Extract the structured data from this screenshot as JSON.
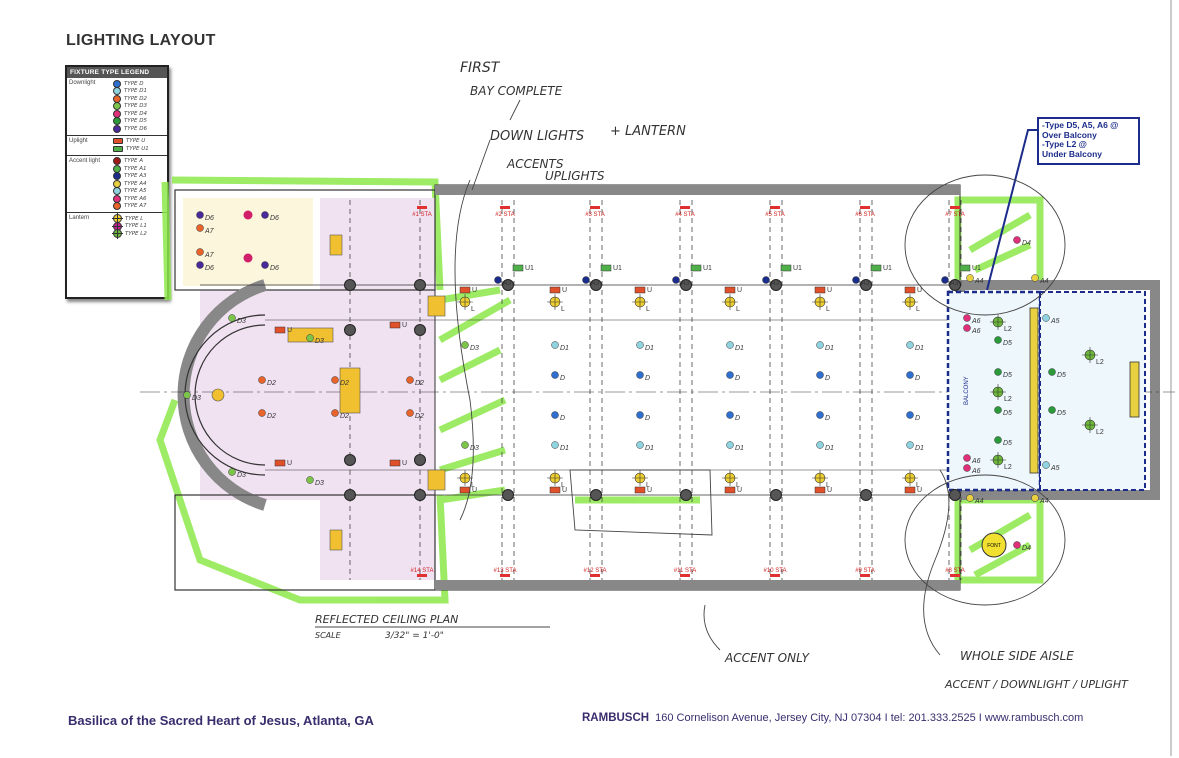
{
  "title": "LIGHTING LAYOUT",
  "legend": {
    "header": "FIXTURE TYPE LEGEND",
    "sections": [
      {
        "name": "Downlight",
        "items": [
          {
            "label": "TYPE D",
            "color": "#2f6fd0",
            "shape": "circle"
          },
          {
            "label": "TYPE D1",
            "color": "#8fd3e0",
            "shape": "circle"
          },
          {
            "label": "TYPE D2",
            "color": "#e8642a",
            "shape": "circle"
          },
          {
            "label": "TYPE D3",
            "color": "#7cc54a",
            "shape": "circle"
          },
          {
            "label": "TYPE D4",
            "color": "#e0307a",
            "shape": "circle"
          },
          {
            "label": "TYPE D5",
            "color": "#2a9a3a",
            "shape": "circle"
          },
          {
            "label": "TYPE D6",
            "color": "#4a2a9a",
            "shape": "circle"
          }
        ]
      },
      {
        "name": "Uplight",
        "items": [
          {
            "label": "TYPE U",
            "color": "#e0502a",
            "shape": "rect"
          },
          {
            "label": "TYPE U1",
            "color": "#4fb04a",
            "shape": "rect"
          }
        ]
      },
      {
        "name": "Accent light",
        "items": [
          {
            "label": "TYPE A",
            "color": "#a01818",
            "shape": "circle"
          },
          {
            "label": "TYPE A1",
            "color": "#4fb04a",
            "shape": "circle"
          },
          {
            "label": "TYPE A3",
            "color": "#1c2c8a",
            "shape": "circle"
          },
          {
            "label": "TYPE A4",
            "color": "#e8d040",
            "shape": "circle"
          },
          {
            "label": "TYPE A5",
            "color": "#8fd3e0",
            "shape": "circle"
          },
          {
            "label": "TYPE A6",
            "color": "#e0307a",
            "shape": "circle"
          },
          {
            "label": "TYPE A7",
            "color": "#e8642a",
            "shape": "circle"
          }
        ]
      },
      {
        "name": "Lantern",
        "items": [
          {
            "label": "TYPE L",
            "color": "#f0d030",
            "shape": "cross"
          },
          {
            "label": "TYPE L1",
            "color": "#c02090",
            "shape": "cross"
          },
          {
            "label": "TYPE L2",
            "color": "#6cb83a",
            "shape": "cross"
          }
        ]
      }
    ]
  },
  "callout": {
    "line1": "-Type D5, A5, A6 @",
    "line2": "Over Balcony",
    "line3": "-Type L2 @",
    "line4": "Under Balcony"
  },
  "notes": {
    "first_bay": [
      "FIRST",
      "BAY COMPLETE"
    ],
    "down_lights": "DOWN LIGHTS",
    "lantern": "+ LANTERN",
    "accents": "ACCENTS",
    "uplights": "UPLIGHTS",
    "accent_only": "ACCENT ONLY",
    "whole_side": "WHOLE SIDE AISLE",
    "side_types": "ACCENT / DOWNLIGHT / UPLIGHT",
    "plan_title": "REFLECTED CEILING PLAN",
    "scale_label": "SCALE",
    "scale_value": "3/32\" = 1'-0\""
  },
  "plan": {
    "stations_top": [
      "#1 STA",
      "#2 STA",
      "#3 STA",
      "#4 STA",
      "#5 STA",
      "#6 STA",
      "#7 STA"
    ],
    "stations_bottom": [
      "#14 STA",
      "#13 STA",
      "#12 STA",
      "#11 STA",
      "#10 STA",
      "#9 STA",
      "#8 STA"
    ],
    "balcony_label": "BALCONY",
    "font_label": "FONT"
  },
  "footer": {
    "project": "Basilica of the Sacred Heart of Jesus, Atlanta, GA",
    "company": "RAMBUSCH",
    "address": "160 Cornelison Avenue, Jersey City, NJ 07304 I tel: 201.333.2525 I www.rambusch.com"
  }
}
